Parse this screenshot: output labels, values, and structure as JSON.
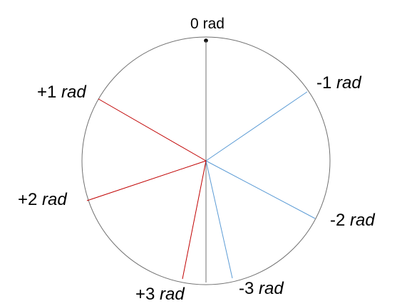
{
  "labels": {
    "zero_num": "0",
    "zero_unit": "rad",
    "minus1_num": "-1",
    "minus2_num": "-2",
    "minus3_num": "-3",
    "plus1_num": "+1",
    "plus2_num": "+2",
    "plus3_num": "+3",
    "unit": "rad"
  },
  "angles_rad": [
    0,
    -1,
    -2,
    -3,
    1,
    2,
    3
  ],
  "colors": {
    "circle": "#707070",
    "zero_line": "#707070",
    "negative_lines": "#5b9bd5",
    "positive_lines": "#c00000",
    "text": "#000000"
  }
}
